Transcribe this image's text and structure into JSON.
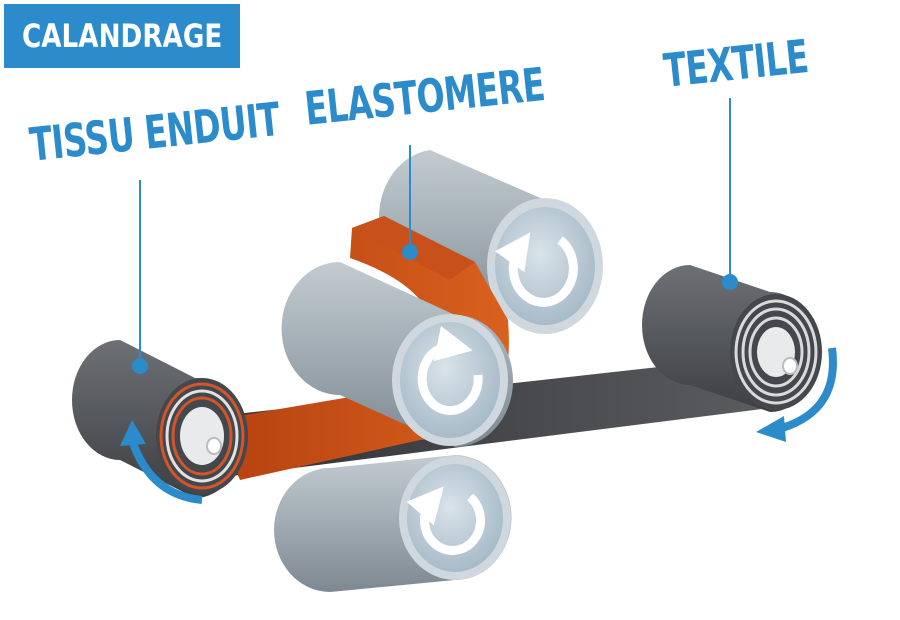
{
  "title": "CALANDRAGE",
  "labels": {
    "coated_fabric": "TISSU ENDUIT",
    "elastomer": "ELASTOMERE",
    "textile": "TEXTILE"
  },
  "colors": {
    "accent": "#2b8bcb",
    "elastomer": "#c8501a",
    "roller_steel": "#9aa7b0",
    "dark_roll": "#505357"
  },
  "icons": [
    "rotation-arrow-icon",
    "rotation-arrow-icon",
    "rotation-arrow-icon",
    "rotation-arrow-icon",
    "rotation-arrow-icon"
  ]
}
